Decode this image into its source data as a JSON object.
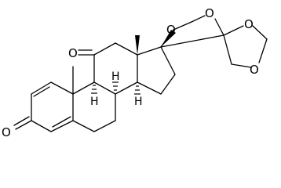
{
  "structure": {
    "atom_labels": {
      "ketone_o_3": "O",
      "ketone_o_11": "O",
      "ring1_o_a": "O",
      "ring1_o_b": "O",
      "ring2_o_a": "O",
      "ring2_o_b": "O"
    },
    "stereo_labels": {
      "h_8": "H",
      "h_9": "H",
      "h_14": "H"
    }
  }
}
